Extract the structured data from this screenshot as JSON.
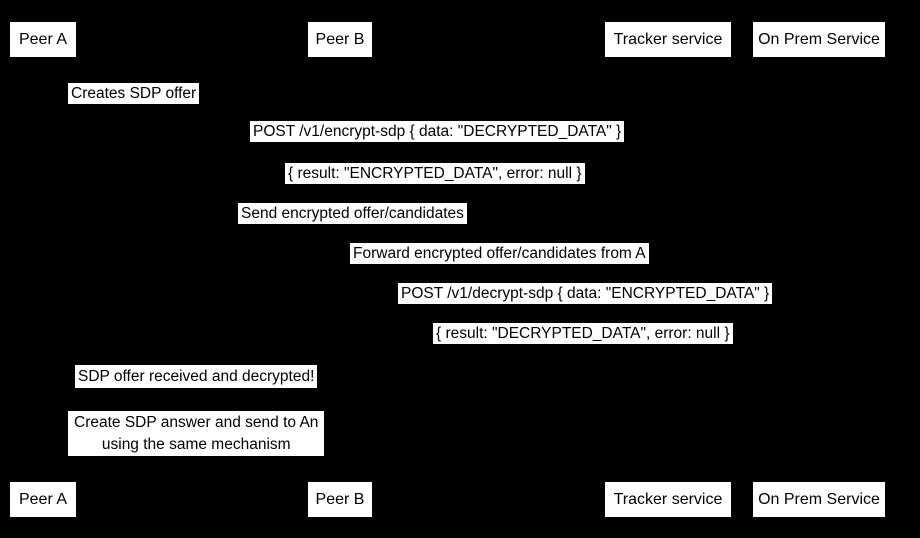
{
  "colors": {
    "background": "#000000",
    "label_background": "#ffffff",
    "label_text": "#000000"
  },
  "actors": [
    {
      "label": "Peer A"
    },
    {
      "label": "Peer B"
    },
    {
      "label": "Tracker service"
    },
    {
      "label": "On Prem Service"
    }
  ],
  "messages": [
    {
      "text": "Creates SDP offer"
    },
    {
      "text": "POST /v1/encrypt-sdp { data: \"DECRYPTED_DATA\" }"
    },
    {
      "text": "{ result: \"ENCRYPTED_DATA\", error: null }"
    },
    {
      "text": "Send encrypted offer/candidates"
    },
    {
      "text": "Forward encrypted offer/candidates from A"
    },
    {
      "text": "POST /v1/decrypt-sdp { data: \"ENCRYPTED_DATA\" }"
    },
    {
      "text": "{ result: \"DECRYPTED_DATA\", error: null }"
    },
    {
      "text": "SDP offer received and decrypted!"
    }
  ],
  "note": {
    "line1": "Create SDP answer and send to An",
    "line2": "using the same mechanism"
  }
}
